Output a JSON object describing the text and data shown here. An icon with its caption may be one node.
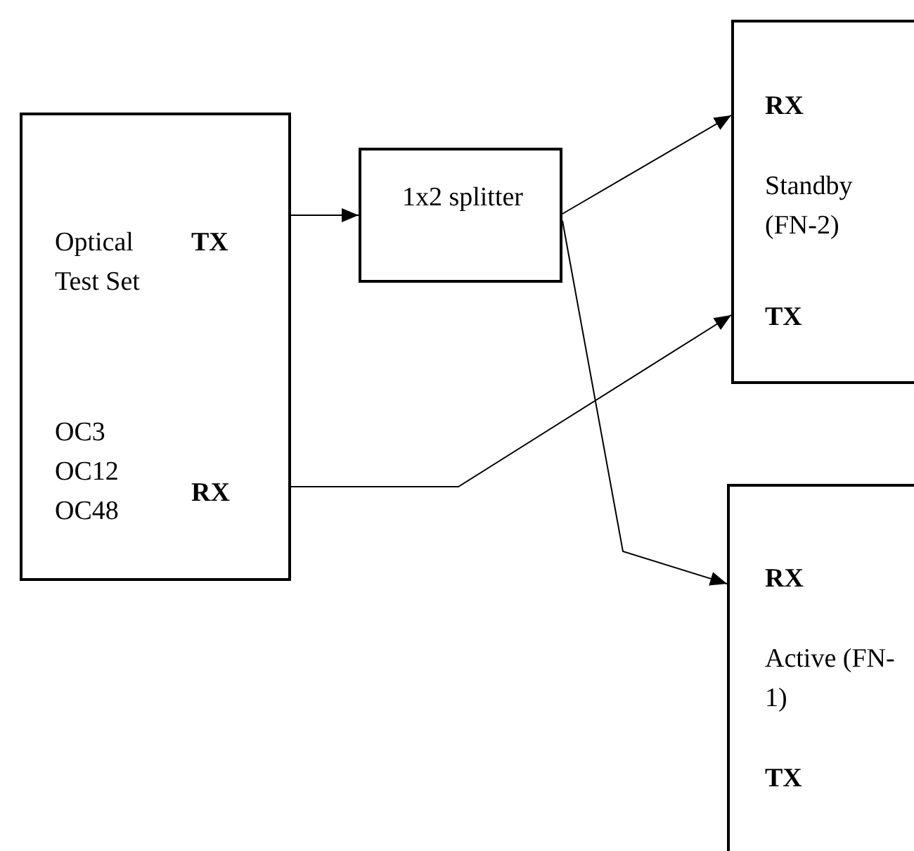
{
  "diagram": {
    "nodes": [
      {
        "text": [
          "Optical Test Set",
          "TX",
          "OC3 OC12 OC48",
          "RX"
        ]
      },
      {
        "text": [
          "1x2 splitter"
        ]
      },
      {
        "text": [
          "RX",
          "Standby (FN-2)",
          "TX"
        ]
      },
      {
        "text": [
          "RX",
          "Active (FN-1)",
          "TX"
        ]
      }
    ],
    "edges": [
      {
        "from": 0,
        "to": 1,
        "arrow": "to"
      },
      {
        "from": 1,
        "to": 2,
        "arrow": "to"
      },
      {
        "from": 1,
        "to": 3,
        "arrow": "to"
      },
      {
        "from": 0,
        "to": 2,
        "arrow": "to"
      }
    ]
  }
}
